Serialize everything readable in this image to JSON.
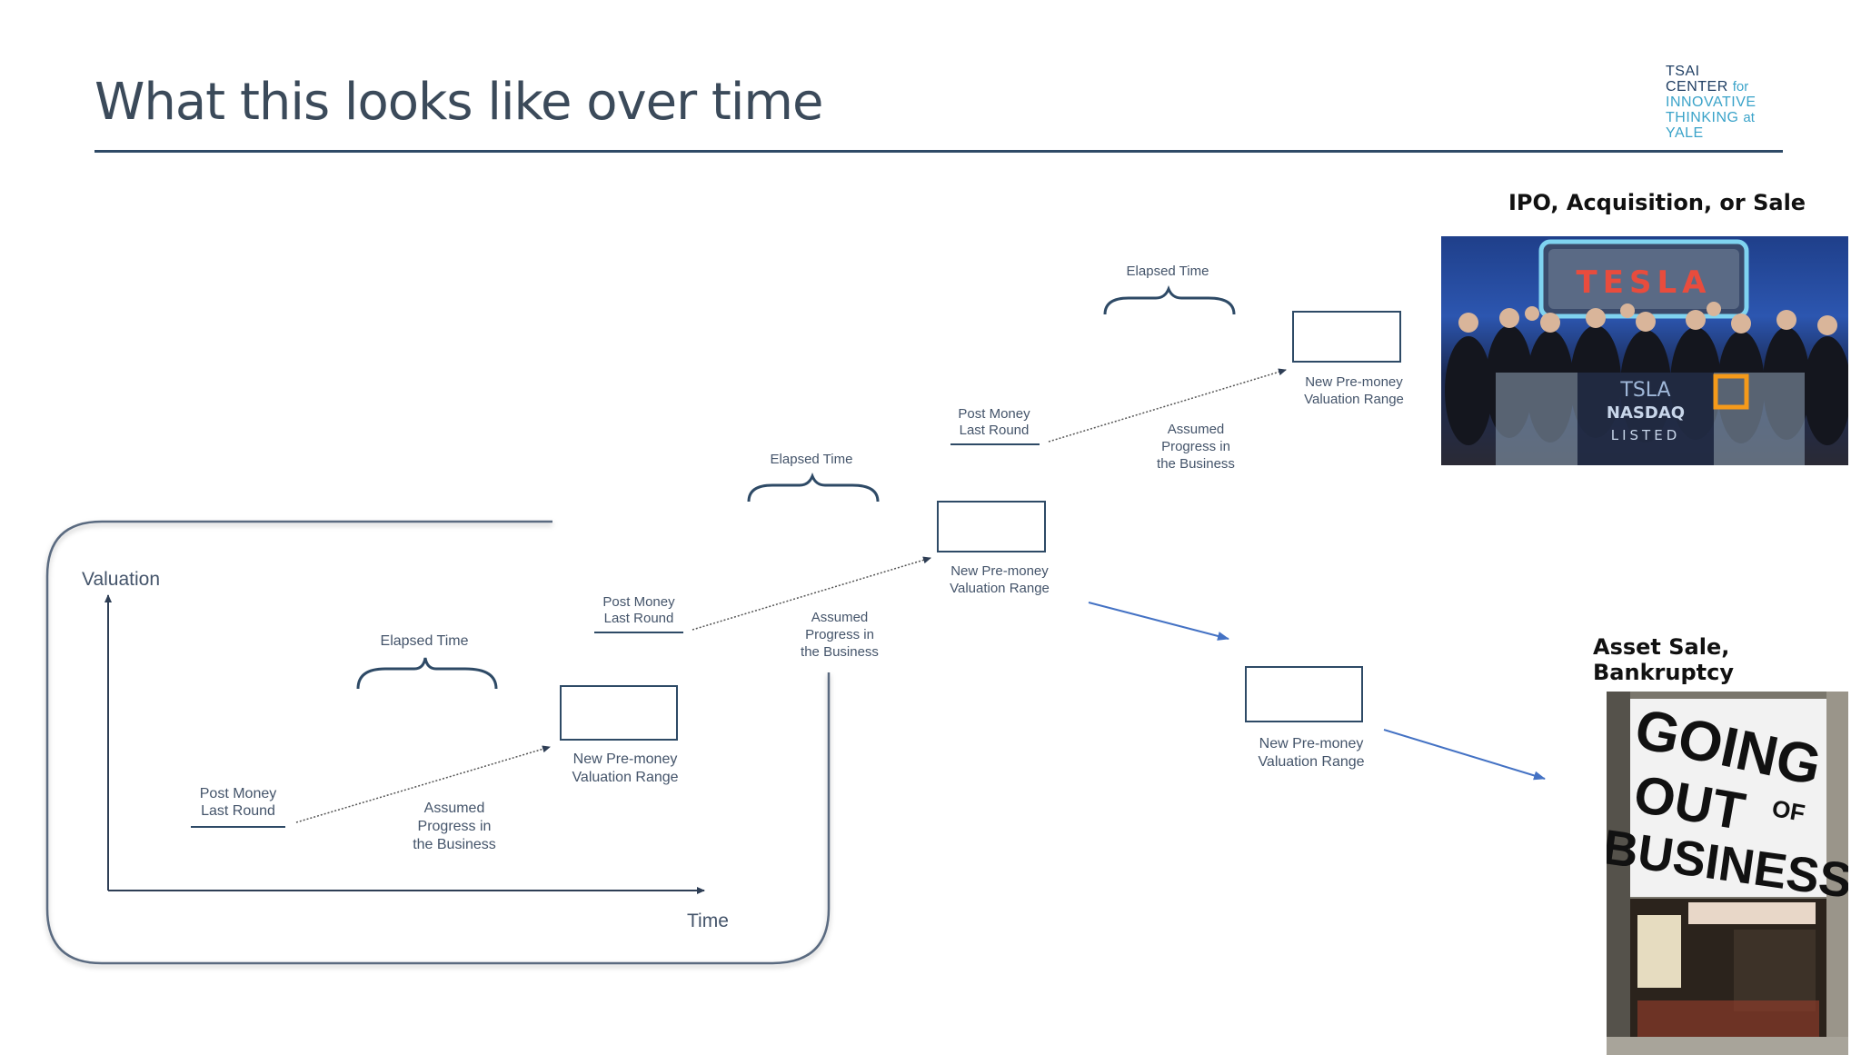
{
  "slide": {
    "title": "What this looks like over time"
  },
  "logo": {
    "line1": "TSAI",
    "line2_main": "CENTER",
    "line2_small": "for",
    "line3": "INNOVATIVE",
    "line4_main": "THINKING",
    "line4_small": "at",
    "line5": "YALE"
  },
  "headers": {
    "ipo": "IPO, Acquisition, or Sale",
    "asset": "Asset Sale, Bankruptcy"
  },
  "diagram": {
    "axis_y": "Valuation",
    "axis_x": "Time",
    "stages": [
      {
        "elapsed": "Elapsed Time",
        "post_money_1": "Post Money",
        "post_money_2": "Last Round",
        "progress_1": "Assumed",
        "progress_2": "Progress in",
        "progress_3": "the Business",
        "range_1": "New Pre-money",
        "range_2": "Valuation Range"
      },
      {
        "elapsed": "Elapsed Time",
        "post_money_1": "Post Money",
        "post_money_2": "Last Round",
        "progress_1": "Assumed",
        "progress_2": "Progress in",
        "progress_3": "the Business",
        "range_1": "New Pre-money",
        "range_2": "Valuation Range"
      },
      {
        "elapsed": "Elapsed Time",
        "post_money_1": "Post Money",
        "post_money_2": "Last Round",
        "progress_1": "Assumed",
        "progress_2": "Progress in",
        "progress_3": "the Business",
        "range_1": "New Pre-money",
        "range_2": "Valuation Range"
      }
    ],
    "down_range_1": "New Pre-money",
    "down_range_2": "Valuation Range"
  },
  "photos": {
    "ipo_sign": "TESLA",
    "ipo_podium_1": "TSLA",
    "ipo_podium_2": "NASDAQ",
    "ipo_podium_3": "LISTED",
    "store_1": "GOING",
    "store_2": "OUT",
    "store_3": "OF",
    "store_4": "BUSINESS"
  },
  "colors": {
    "title": "#3b4a5a",
    "rule": "#2e4a66",
    "diagram_text": "#44546a",
    "arrow_blue": "#4472c4"
  }
}
